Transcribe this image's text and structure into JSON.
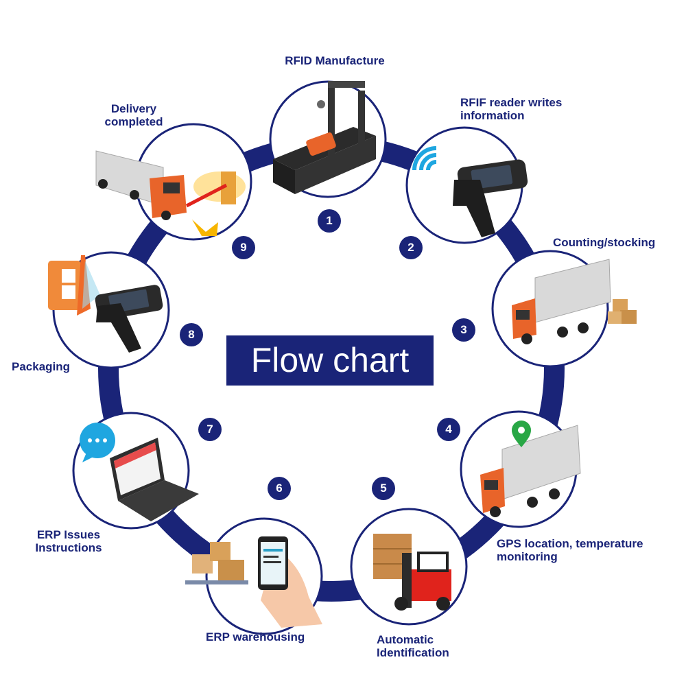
{
  "title": "Flow chart",
  "colors": {
    "ring": "#1a2478",
    "circle_border": "#1a2478",
    "accent_orange": "#e8642a",
    "text": "#1a2478"
  },
  "steps": [
    {
      "number": "1",
      "label": "RFID Manufacture",
      "icon": "conveyor-belt-icon"
    },
    {
      "number": "2",
      "label": "RFIF reader writes information",
      "icon": "handheld-rfid-reader-icon"
    },
    {
      "number": "3",
      "label": "Counting/stocking",
      "icon": "truck-with-boxes-icon"
    },
    {
      "number": "4",
      "label": "GPS location, temperature monitoring",
      "icon": "truck-gps-pin-icon"
    },
    {
      "number": "5",
      "label": "Automatic Identification",
      "icon": "forklift-icon"
    },
    {
      "number": "6",
      "label": "ERP warehousing",
      "icon": "smartphone-boxes-icon"
    },
    {
      "number": "7",
      "label": "ERP Issues Instructions",
      "icon": "laptop-chat-icon"
    },
    {
      "number": "8",
      "label": "Packaging",
      "icon": "scanner-tag-icon"
    },
    {
      "number": "9",
      "label": "Delivery completed",
      "icon": "truck-gate-icon"
    }
  ]
}
